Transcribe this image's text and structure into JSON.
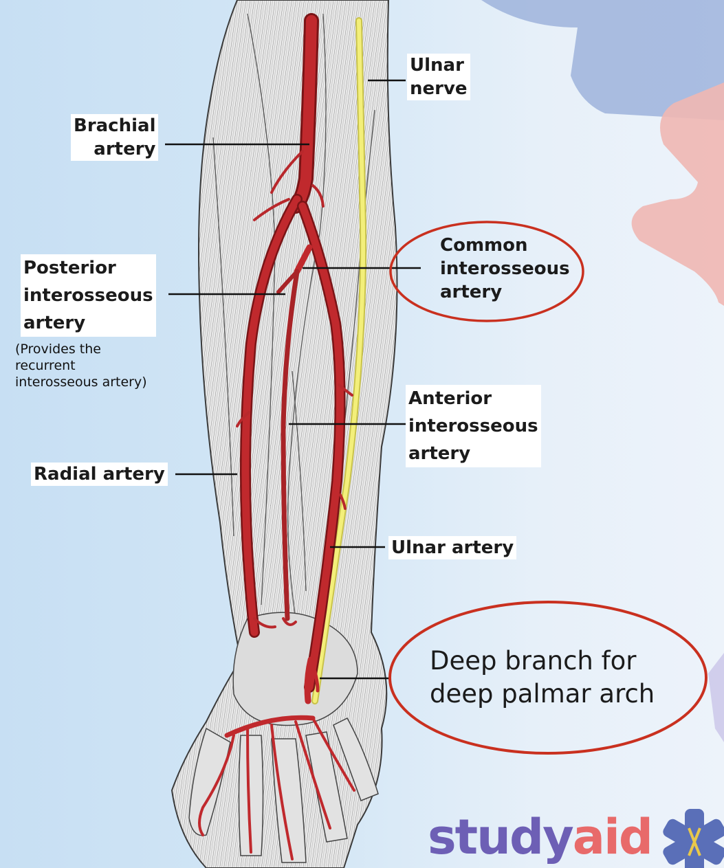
{
  "colors": {
    "artery": "#b8282c",
    "nerve": "#e8e36a",
    "highlight_ring": "#c9301f",
    "logo_primary": "#6d5fb5",
    "logo_accent": "#e86a6a",
    "background": "#cfe4f5"
  },
  "labels": {
    "ulnar_nerve": [
      "Ulnar",
      "nerve"
    ],
    "brachial_artery": [
      "Brachial",
      "artery"
    ],
    "posterior_interosseous_artery": [
      "Posterior",
      "interosseous",
      "artery"
    ],
    "posterior_note": [
      "(Provides the",
      "recurrent",
      "interosseous artery)"
    ],
    "common_interosseous_artery": [
      "Common",
      "interosseous",
      "artery"
    ],
    "anterior_interosseous_artery": [
      "Anterior",
      "interosseous",
      "artery"
    ],
    "radial_artery": "Radial artery",
    "ulnar_artery": "Ulnar artery",
    "deep_branch": [
      "Deep branch for",
      "deep palmar arch"
    ]
  },
  "logo": {
    "text_part1": "study",
    "text_part2": "aid",
    "icon": "asterisk-logo-icon"
  }
}
